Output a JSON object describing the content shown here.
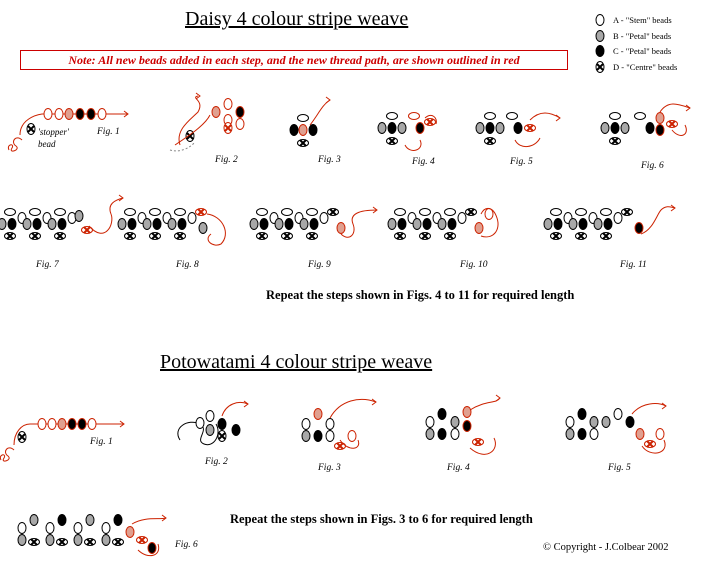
{
  "titles": {
    "daisy": "Daisy 4 colour stripe weave",
    "potowatami": "Potowatami 4 colour stripe weave"
  },
  "note": "Note: All new beads added in each step, and the new thread path, are shown outlined in red",
  "legend": [
    {
      "icon": "stem-bead-icon",
      "label": "A - \"Stem\" beads"
    },
    {
      "icon": "petal-b-bead-icon",
      "label": "B - \"Petal\" beads"
    },
    {
      "icon": "petal-c-bead-icon",
      "label": "C - \"Petal\" beads"
    },
    {
      "icon": "centre-bead-icon",
      "label": "D - \"Centre\" beads"
    }
  ],
  "stopper_label": [
    "'stopper'",
    "bead"
  ],
  "daisy_figs": [
    "Fig. 1",
    "Fig. 2",
    "Fig. 3",
    "Fig. 4",
    "Fig. 5",
    "Fig. 6",
    "Fig. 7",
    "Fig. 8",
    "Fig. 9",
    "Fig. 10",
    "Fig. 11"
  ],
  "potowatami_figs": [
    "Fig. 1",
    "Fig. 2",
    "Fig. 3",
    "Fig. 4",
    "Fig. 5",
    "Fig. 6"
  ],
  "repeat_daisy": "Repeat the steps shown in Figs. 4 to 11 for required length",
  "repeat_potowatami": "Repeat the steps shown in Figs. 3 to 6 for required length",
  "copyright": "© Copyright - J.Colbear 2002",
  "colors": {
    "stem": "#ffffff",
    "petal_b": "#a8a8a8",
    "petal_c": "#000000",
    "thread": "#cc2200",
    "new_bead_fill": "#e0a090"
  }
}
